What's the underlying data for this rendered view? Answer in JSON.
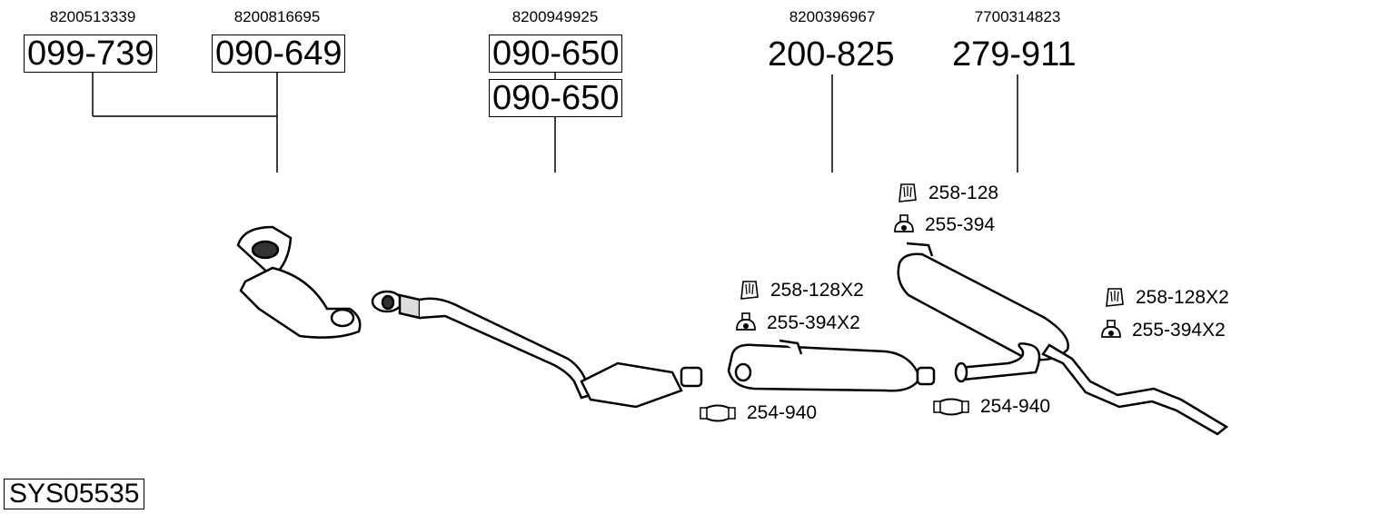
{
  "diagram": {
    "title_code": "SYS05535",
    "parts": [
      {
        "oe_number": "8200513339",
        "part_number": "099-739",
        "boxed": true
      },
      {
        "oe_number": "8200816695",
        "part_number": "090-649",
        "boxed": true
      },
      {
        "oe_number": "8200949925",
        "part_number": "090-650",
        "boxed": true,
        "extra_part_number": "090-650"
      },
      {
        "oe_number": "8200396967",
        "part_number": "200-825",
        "boxed": false
      },
      {
        "oe_number": "7700314823",
        "part_number": "279-911",
        "boxed": false
      }
    ],
    "accessories": [
      {
        "id": "clip-rear-top",
        "icon": "clamp-bracket-icon",
        "label": "258-128"
      },
      {
        "id": "hanger-rear-top",
        "icon": "rubber-hanger-icon",
        "label": "255-394"
      },
      {
        "id": "clip-mid",
        "icon": "clamp-bracket-icon",
        "label": "258-128X2"
      },
      {
        "id": "hanger-mid",
        "icon": "rubber-hanger-icon",
        "label": "255-394X2"
      },
      {
        "id": "clip-rear-right",
        "icon": "clamp-bracket-icon",
        "label": "258-128X2"
      },
      {
        "id": "hanger-rear-right",
        "icon": "rubber-hanger-icon",
        "label": "255-394X2"
      },
      {
        "id": "pipe-clamp-1",
        "icon": "pipe-clamp-icon",
        "label": "254-940"
      },
      {
        "id": "pipe-clamp-2",
        "icon": "pipe-clamp-icon",
        "label": "254-940"
      }
    ]
  }
}
